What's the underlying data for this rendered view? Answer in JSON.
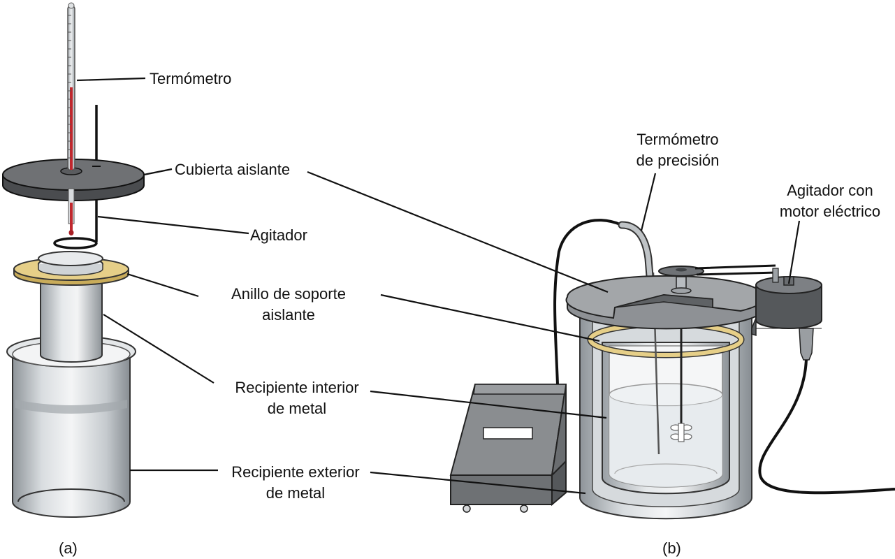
{
  "labels": {
    "thermometer": "Termómetro",
    "insulating_cover": "Cubierta aislante",
    "stirrer": "Agitador",
    "support_ring_1": "Anillo de soporte",
    "support_ring_2": "aislante",
    "inner_vessel_1": "Recipiente interior",
    "inner_vessel_2": "de metal",
    "outer_vessel_1": "Recipiente exterior",
    "outer_vessel_2": "de metal",
    "precision_thermometer_1": "Termómetro",
    "precision_thermometer_2": "de precisión",
    "motor_stirrer_1": "Agitador con",
    "motor_stirrer_2": "motor eléctrico",
    "panel_a": "(a)",
    "panel_b": "(b)"
  },
  "colors": {
    "metal": "#c9cdd1",
    "cover": "#6f7174",
    "ring": "#e6cf88",
    "mercury": "#c0272d",
    "water": "#eef1f3"
  }
}
